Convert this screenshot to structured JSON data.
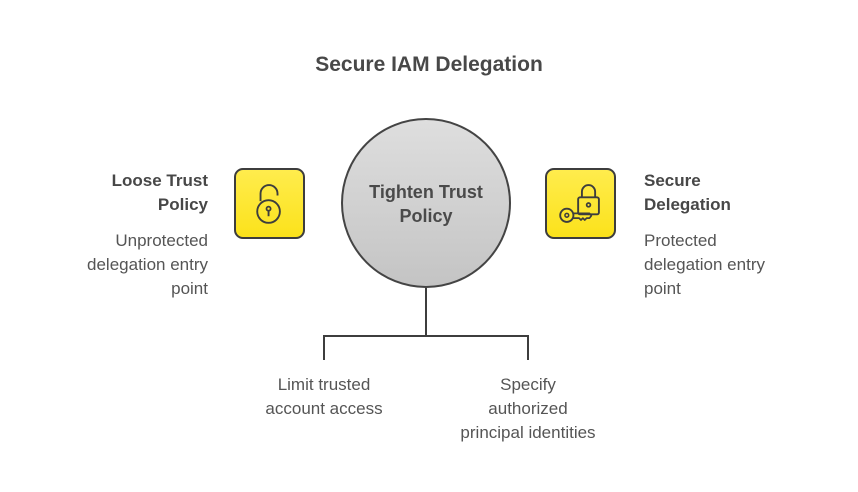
{
  "title": "Secure IAM Delegation",
  "center": {
    "label_line1": "Tighten Trust",
    "label_line2": "Policy"
  },
  "left": {
    "title_line1": "Loose Trust",
    "title_line2": "Policy",
    "desc_line1": "Unprotected",
    "desc_line2": "delegation entry",
    "desc_line3": "point",
    "icon": "unlocked-padlock-icon"
  },
  "right": {
    "title_line1": "Secure",
    "title_line2": "Delegation",
    "desc_line1": "Protected",
    "desc_line2": "delegation entry",
    "desc_line3": "point",
    "icon": "key-and-padlock-icon"
  },
  "branches": [
    {
      "line1": "Limit trusted",
      "line2": "account access"
    },
    {
      "line1": "Specify",
      "line2": "authorized",
      "line3": "principal identities"
    }
  ],
  "colors": {
    "icon_fill": "#fbe21b",
    "circle_fill": "#d2d2d2",
    "stroke": "#3d3d3d"
  }
}
